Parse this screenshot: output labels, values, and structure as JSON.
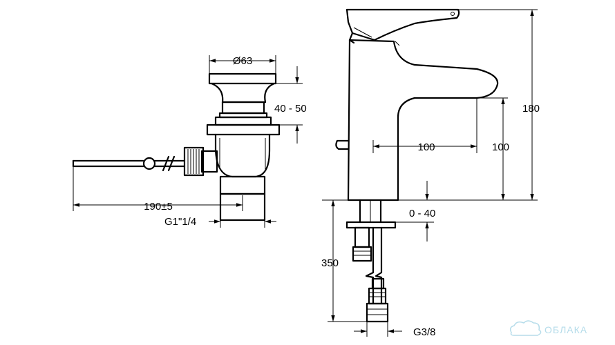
{
  "dimensions": {
    "waste_diameter": "Ø63",
    "waste_height_range": "40 - 50",
    "rod_length": "190±5",
    "waste_thread": "G1\"1/4",
    "spout_reach": "100",
    "spout_height": "100",
    "total_height": "180",
    "deck_thickness": "0 - 40",
    "hose_length": "350",
    "hose_thread": "G3/8"
  },
  "watermark": "ОБЛАКА"
}
